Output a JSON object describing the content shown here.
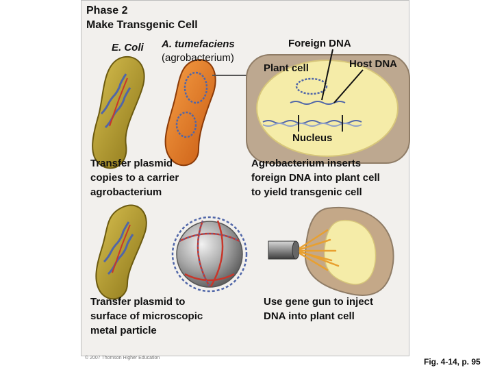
{
  "header": {
    "line1": "Phase 2",
    "line2": "Make Transgenic Cell"
  },
  "labels": {
    "ecoli": "E. Coli",
    "atumefaciens": "A. tumefaciens",
    "agrobacterium": "(agrobacterium)",
    "foreign_dna": "Foreign DNA",
    "host_dna": "Host DNA",
    "plant_cell": "Plant cell",
    "nucleus": "Nucleus"
  },
  "captions": {
    "step1": [
      "Transfer plasmid",
      "copies to a carrier",
      "agrobacterium"
    ],
    "step2": [
      "Agrobacterium inserts",
      "foreign DNA into plant cell",
      "to yield transgenic cell"
    ],
    "step3": [
      "Transfer plasmid to",
      "surface of microscopic",
      "metal particle"
    ],
    "step4": [
      "Use gene gun to inject",
      "DNA into plant cell"
    ]
  },
  "footer": {
    "copyright": "© 2007 Thomson Higher Education",
    "figure_ref": "Fig. 4-14, p. 95"
  },
  "colors": {
    "ecoli_cell": "#b59a22",
    "agro_cell": "#ee7a22",
    "plant_wall": "#bda890",
    "plant_cytoplasm": "#f5eca8",
    "dna_blue": "#5066a8",
    "dna_red": "#c8362a",
    "metal_particle": "#a8a8a8",
    "particle_streak": "#e8a030"
  }
}
